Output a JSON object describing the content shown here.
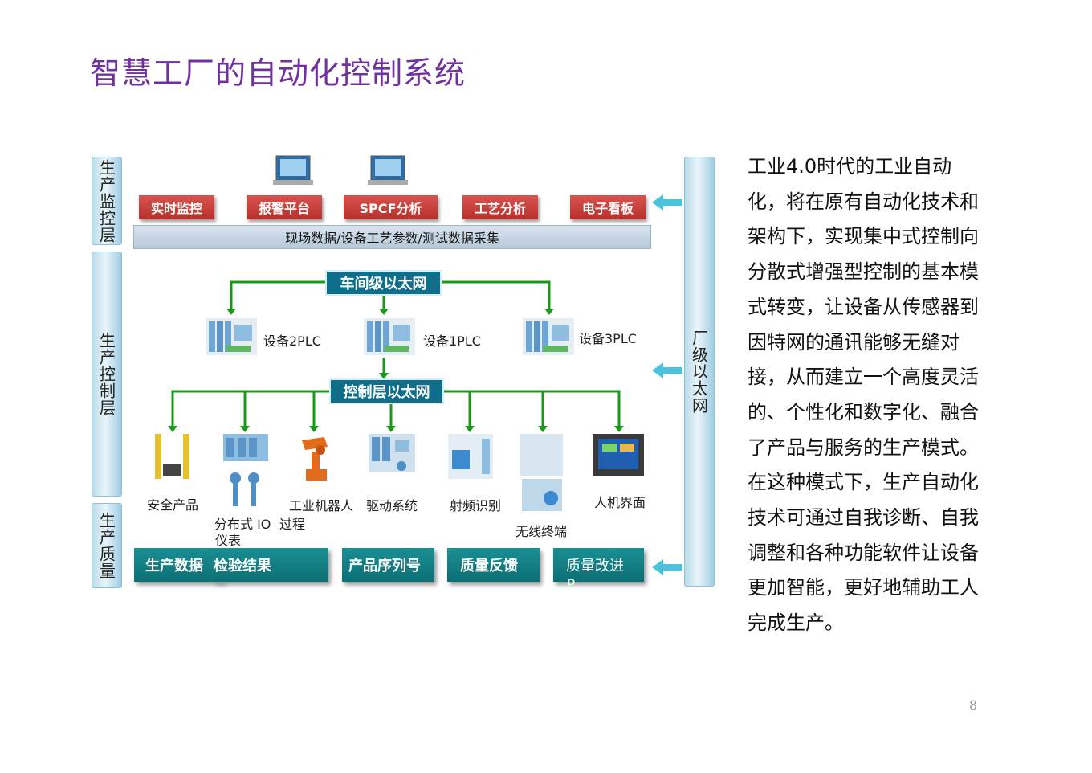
{
  "title": "智慧工厂的自动化控制系统",
  "layers": {
    "monitor": "生产监控层",
    "control": "生产控制层",
    "quality": "生产质量",
    "factory_net": "厂级以太网"
  },
  "monitor_buttons": [
    "实时监控",
    "报警平台",
    "SPCF分析",
    "工艺分析",
    "电子看板"
  ],
  "collect_bar": "现场数据/设备工艺参数/测试数据采集",
  "workshop_net": "车间级以太网",
  "control_net": "控制层以太网",
  "plc": [
    "设备2PLC",
    "设备1PLC",
    "设备3PLC"
  ],
  "devices": [
    "安全产品",
    "分布式 IO",
    "过程",
    "仪表",
    "工业机器人",
    "驱动系统",
    "射频识别",
    "无线终端",
    "人机界面"
  ],
  "quality_buttons": [
    "生产数据",
    "检验结果",
    "产品序列号",
    "质量反馈",
    "质量改进",
    "P"
  ],
  "paragraph": "工业4.0时代的工业自动化，将在原有自动化技术和架构下，实现集中式控制向分散式增强型控制的基本模式转变，让设备从传感器到因特网的通讯能够无缝对接，从而建立一个高度灵活的、个性化和数字化、融合了产品与服务的生产模式。在这种模式下，生产自动化技术可通过自我诊断、自我调整和各种功能软件让设备更加智能，更好地辅助工人完成生产。",
  "page_number": "8",
  "colors": {
    "title": "#7030a0",
    "red": "#c0392b",
    "teal": "#0f6e89",
    "line": "#1a9a1a",
    "arrow": "#4cc3dc"
  },
  "icons": [
    "computer-icon",
    "plc-icon",
    "light-curtain-icon",
    "io-module-icon",
    "instrument-icon",
    "robot-arm-icon",
    "drive-icon",
    "rfid-icon",
    "wireless-terminal-icon",
    "hmi-icon"
  ]
}
